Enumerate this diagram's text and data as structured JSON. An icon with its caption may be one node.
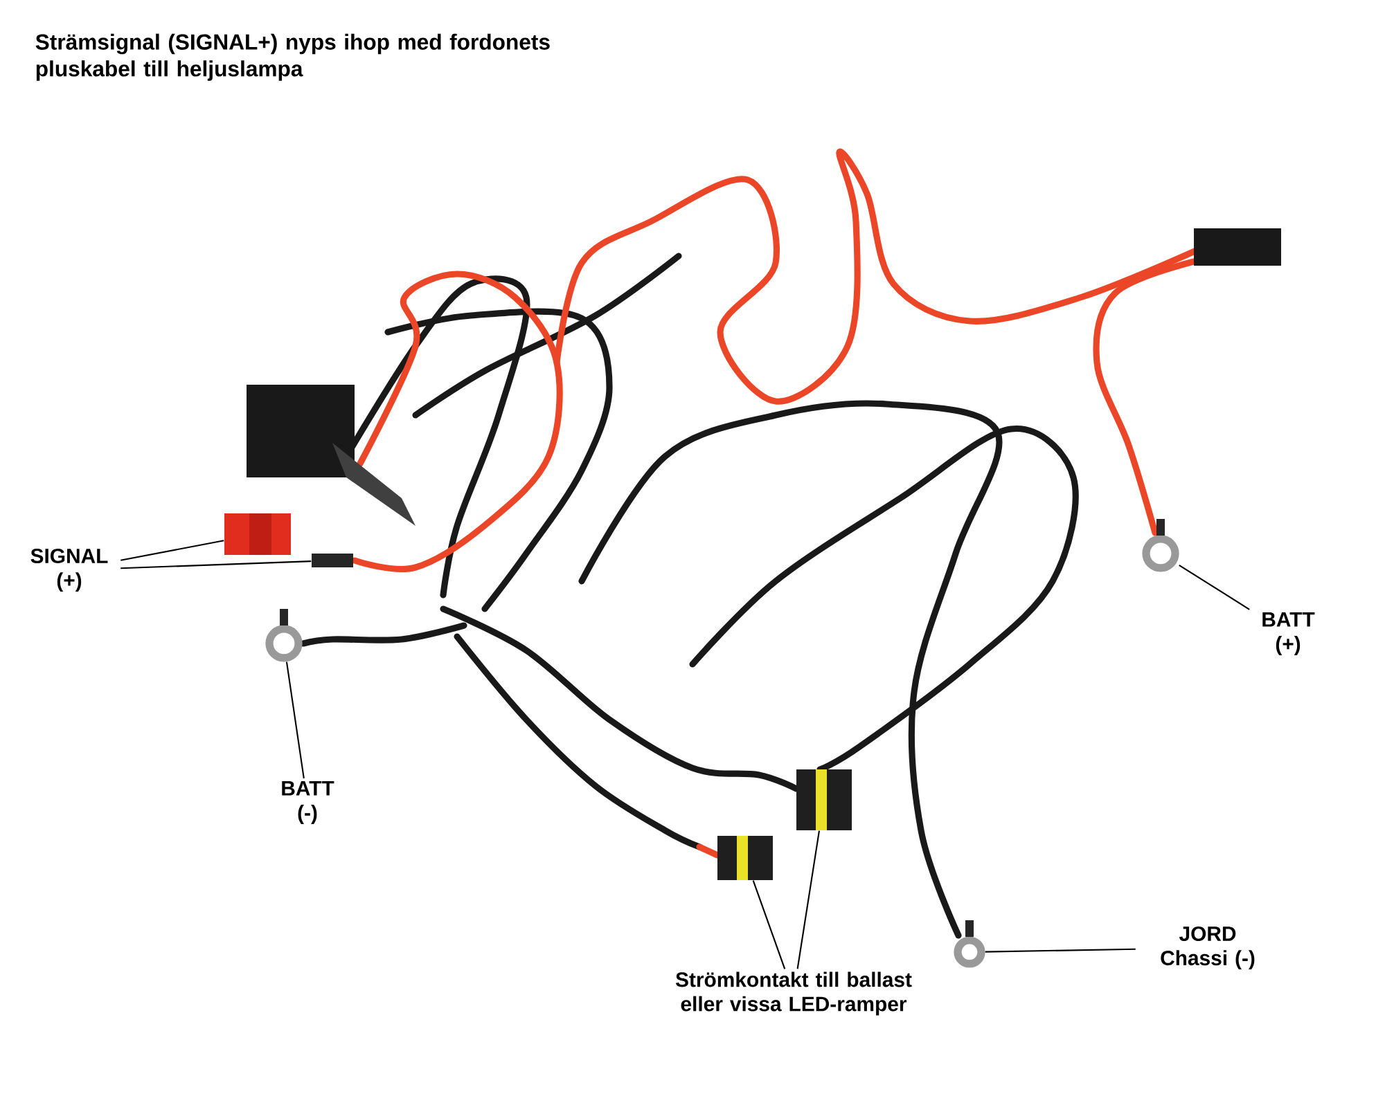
{
  "diagram": {
    "title": "Strämsignal (SIGNAL+) nyps ihop med fordonets pluskabel till heljuslampa",
    "nodes": [
      {
        "text": [
          "SIGNAL (+)"
        ]
      },
      {
        "text": [],
        "shape": "picture"
      },
      {
        "text": [],
        "shape": "box"
      },
      {
        "text": [
          "BATT (-)"
        ]
      },
      {
        "text": [],
        "shape": "circle"
      },
      {
        "text": [
          "BATT (+)"
        ]
      },
      {
        "text": [],
        "shape": "circle"
      },
      {
        "text": [
          "JORD Chassi (-)"
        ]
      },
      {
        "text": [],
        "shape": "circle"
      },
      {
        "text": [
          "Strömkontakt till ballast eller vissa LED-ramper"
        ]
      },
      {
        "text": [],
        "shape": "picture"
      },
      {
        "text": [],
        "shape": "picture"
      }
    ],
    "edges": [
      {
        "from": 0,
        "to": 1,
        "arrow": "none"
      },
      {
        "from": 0,
        "to": 2,
        "arrow": "none"
      },
      {
        "from": 3,
        "to": 4,
        "arrow": "none"
      },
      {
        "from": 5,
        "to": 6,
        "arrow": "none"
      },
      {
        "from": 7,
        "to": 8,
        "arrow": "none"
      },
      {
        "from": 9,
        "to": 10,
        "arrow": "none"
      },
      {
        "from": 9,
        "to": 11,
        "arrow": "none"
      }
    ]
  }
}
